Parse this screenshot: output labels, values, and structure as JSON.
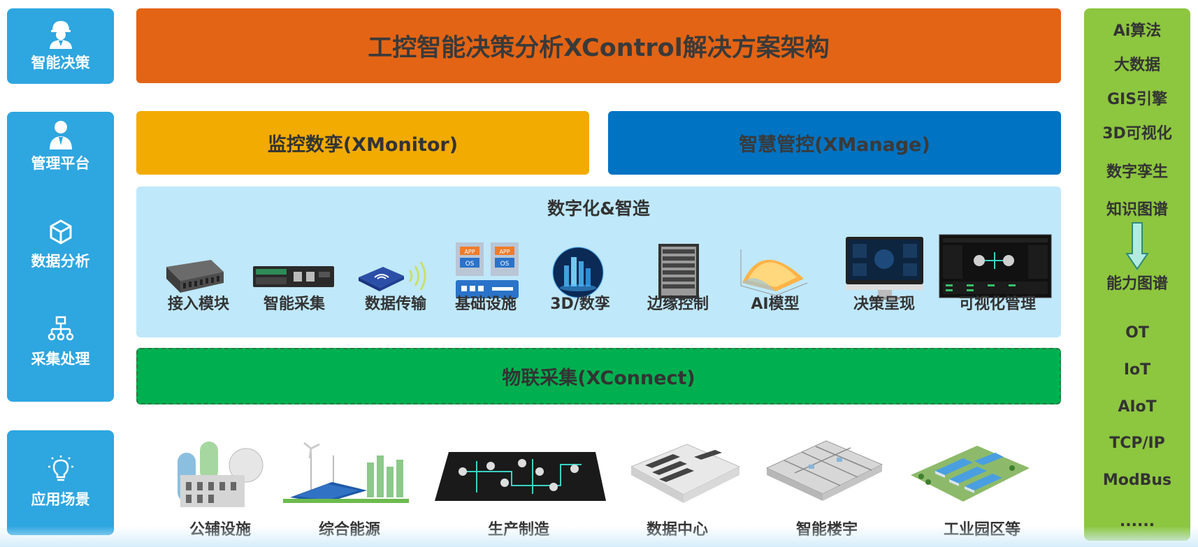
{
  "title": "工控智能决策分析XControl解决方案架构",
  "left_sidebar": {
    "top": {
      "label": "智能决策",
      "icon": "worker-icon"
    },
    "mid": [
      {
        "label": "管理平台",
        "icon": "manager-icon"
      },
      {
        "label": "数据分析",
        "icon": "cube-icon"
      },
      {
        "label": "采集处理",
        "icon": "hierarchy-icon"
      }
    ],
    "bottom": {
      "label": "应用场景",
      "icon": "lightbulb-icon"
    }
  },
  "modules": {
    "monitor": "监控数孪(XMonitor)",
    "manage": "智慧管控(XManage)",
    "connect": "物联采集(XConnect)"
  },
  "digital": {
    "title": "数字化&智造",
    "items": [
      {
        "label": "接入模块",
        "icon": "io-module-icon"
      },
      {
        "label": "智能采集",
        "icon": "collector-icon"
      },
      {
        "label": "数据传输",
        "icon": "wireless-router-icon"
      },
      {
        "label": "基础设施",
        "icon": "server-os-icon"
      },
      {
        "label": "3D/数孪",
        "icon": "digital-city-icon"
      },
      {
        "label": "边缘控制",
        "icon": "edge-cabinet-icon"
      },
      {
        "label": "AI模型",
        "icon": "surface-plot-icon"
      },
      {
        "label": "决策呈现",
        "icon": "monitor-icon"
      },
      {
        "label": "可视化管理",
        "icon": "dashboard-icon"
      }
    ],
    "os_label": "OS",
    "app_label": "APP"
  },
  "scenarios": [
    {
      "label": "公辅设施",
      "icon": "factory-icon"
    },
    {
      "label": "综合能源",
      "icon": "energy-icon"
    },
    {
      "label": "生产制造",
      "icon": "production-line-icon"
    },
    {
      "label": "数据中心",
      "icon": "datacenter-icon"
    },
    {
      "label": "智能楼宇",
      "icon": "building-floor-icon"
    },
    {
      "label": "工业园区等",
      "icon": "industrial-park-icon"
    }
  ],
  "right_sidebar": {
    "top": [
      "Ai算法",
      "大数据",
      "GIS引擎",
      "3D可视化",
      "数字孪生",
      "知识图谱"
    ],
    "middle": "能力图谱",
    "bottom": [
      "OT",
      "IoT",
      "AIoT",
      "TCP/IP",
      "ModBus",
      "......"
    ]
  },
  "colors": {
    "left_blue": "#2ea6e0",
    "title_orange": "#e36414",
    "monitor_yellow": "#f2ab00",
    "manage_blue": "#0073c2",
    "connect_green": "#00b050",
    "digital_bg": "#bfe8fa",
    "right_green": "#8dc63f"
  }
}
